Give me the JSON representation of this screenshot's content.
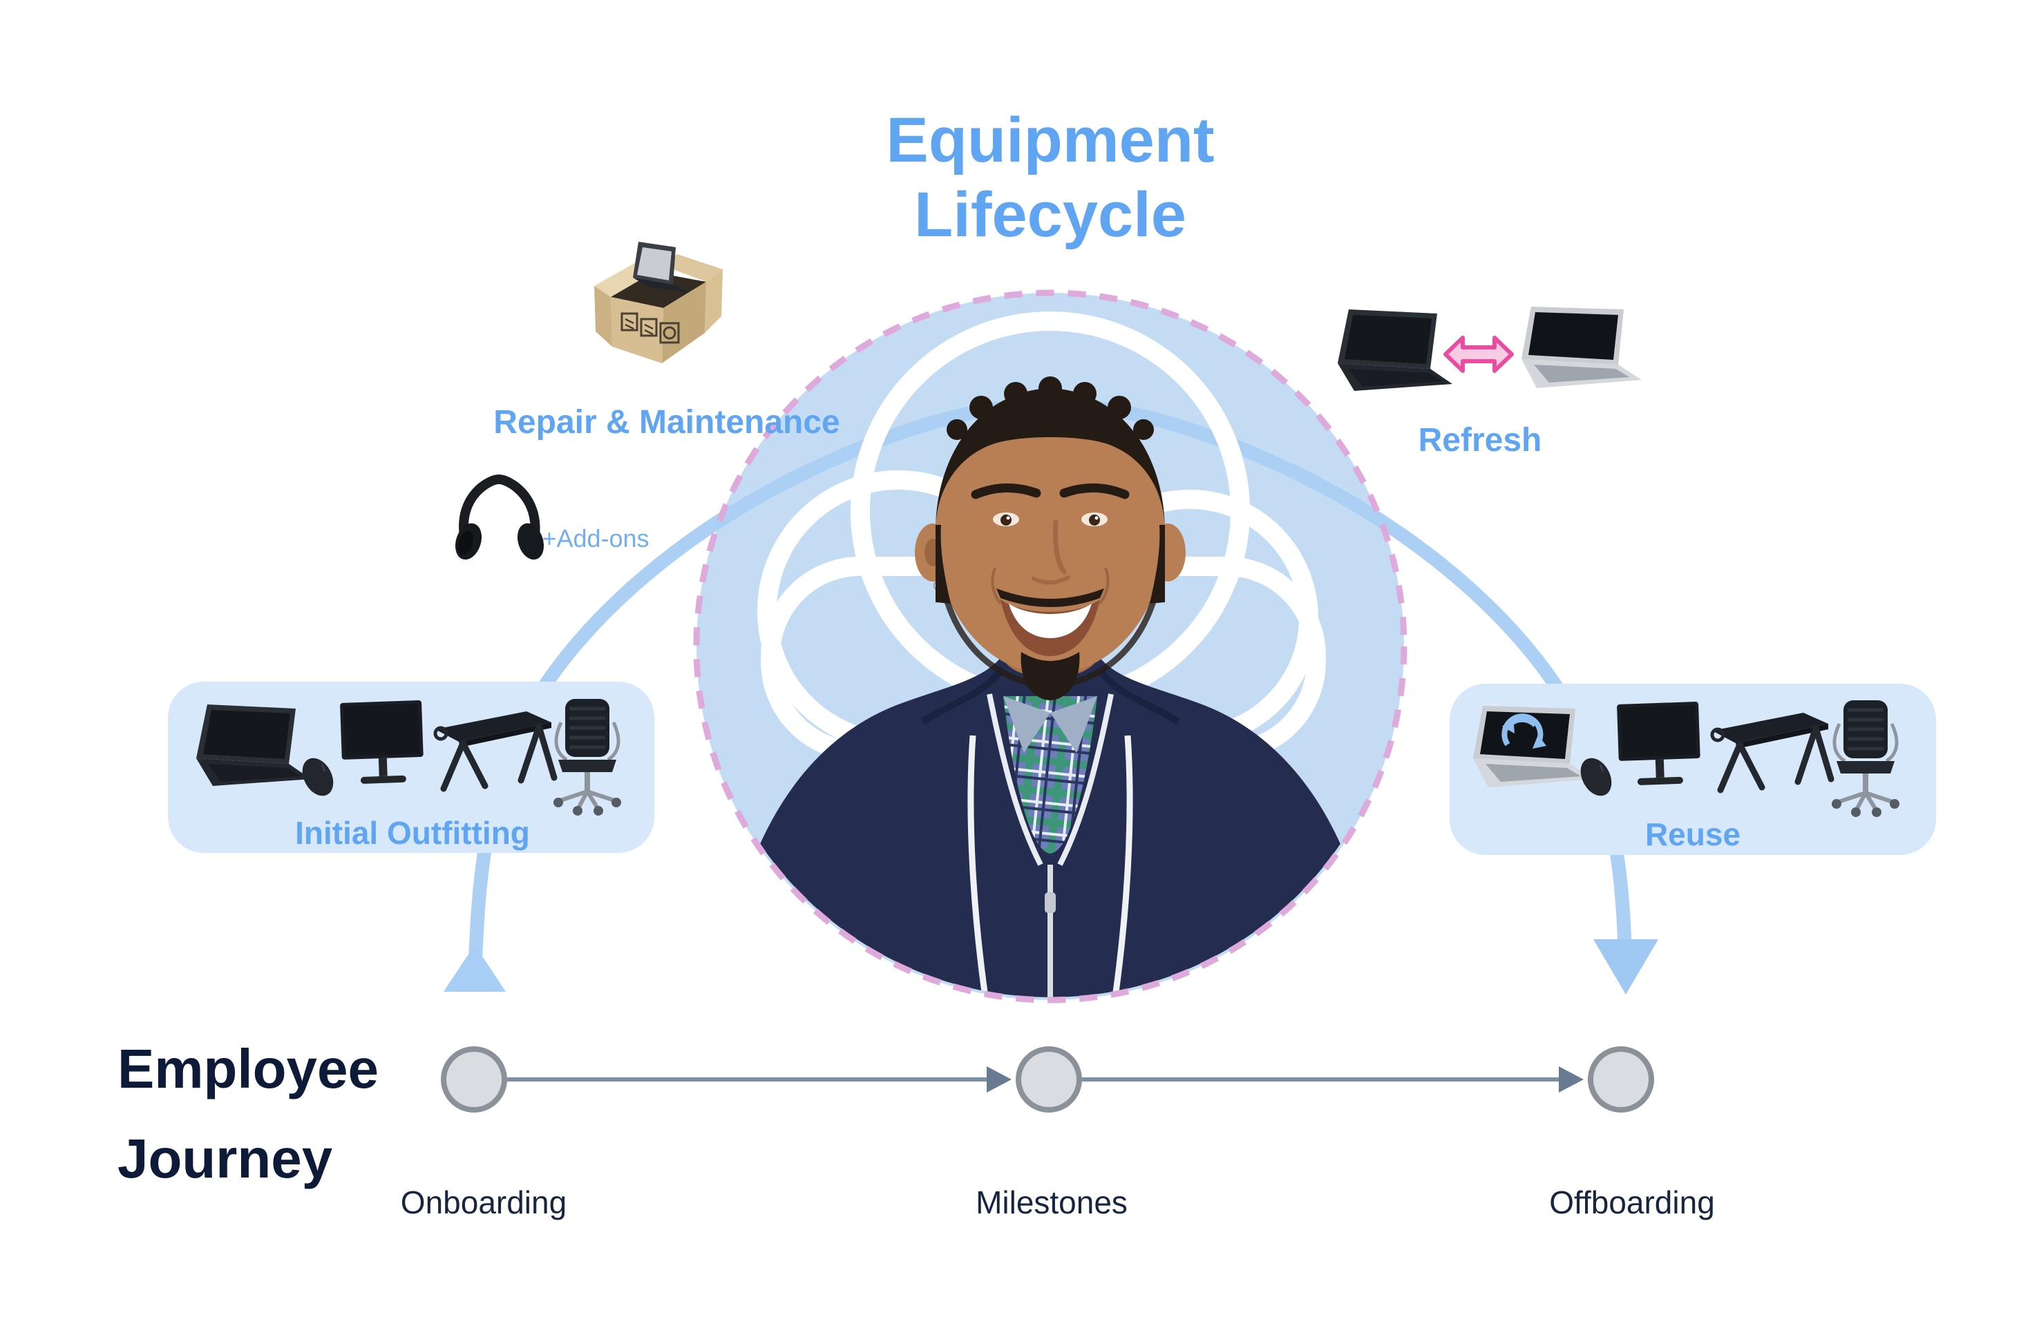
{
  "title": {
    "line1": "Equipment",
    "line2": "Lifecycle"
  },
  "stages": {
    "repair": "Repair & Maintenance",
    "addons": "+Add-ons",
    "refresh": "Refresh",
    "initial_outfitting": "Initial Outfitting",
    "reuse": "Reuse"
  },
  "journey": {
    "heading_line1": "Employee",
    "heading_line2": "Journey",
    "steps": [
      "Onboarding",
      "Milestones",
      "Offboarding"
    ]
  },
  "icons": {
    "repair_box": "open-cardboard-box-with-laptop-icon",
    "addons": "headphones-icon",
    "refresh_left": "black-laptop-icon",
    "refresh_swap": "pink-double-arrow-icon",
    "refresh_right": "silver-laptop-icon",
    "outfit_items": [
      "laptop-icon",
      "mouse-icon",
      "monitor-icon",
      "desk-icon",
      "office-chair-icon"
    ],
    "reuse_items": [
      "recycle-laptop-icon",
      "mouse-icon",
      "monitor-icon",
      "desk-icon",
      "office-chair-icon"
    ],
    "center": "employee-portrait-in-cloud"
  },
  "colors": {
    "accent_blue": "#60A5F1",
    "addons_blue": "#74ADF2",
    "circle_fill": "#C3DCF4",
    "panel_fill": "#D8E8FB",
    "arc_blue": "#ACD0F4",
    "dashed_border_pink": "#DEA9DB",
    "refresh_arrow_pink": "#EA4D9F",
    "journey_text": "#0E1B38",
    "timeline_gray": "#7C8FA4",
    "node_fill": "#D9DDE2",
    "node_border": "#8B9199"
  }
}
